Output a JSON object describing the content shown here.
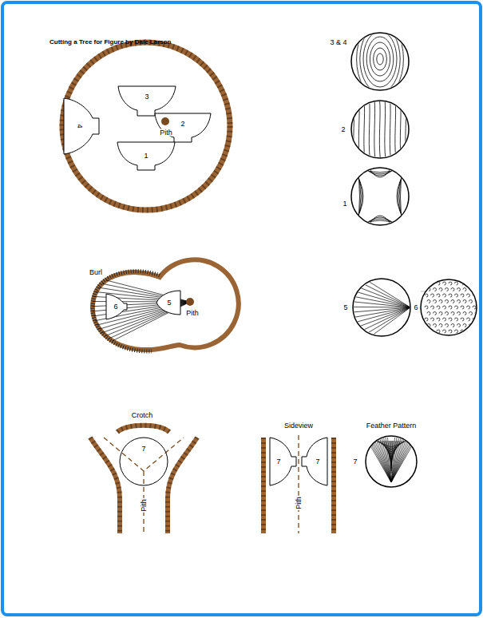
{
  "diagram": {
    "title": "Cutting a Tree for Figure by Dale Larson",
    "labels": [
      "3",
      "4",
      "2",
      "1",
      "Pith",
      "3 & 4",
      "2",
      "1",
      "Burl",
      "6",
      "5",
      "Pith",
      "5",
      "6",
      "Crotch",
      "7",
      "Pith",
      "Sideview",
      "Feather Pattern",
      "7",
      "7",
      "Pith",
      "7"
    ]
  }
}
